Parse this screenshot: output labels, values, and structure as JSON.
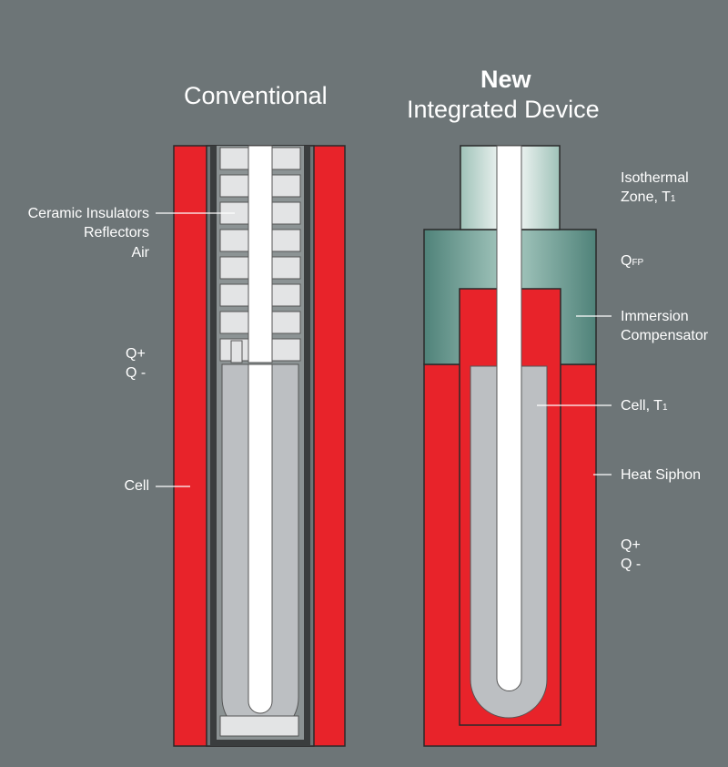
{
  "titles": {
    "conventional": "Conventional",
    "new_bold": "New",
    "new_sub": "Integrated Device"
  },
  "labels_left": {
    "ceramic_insulators": "Ceramic Insulators",
    "reflectors": "Reflectors",
    "air": "Air",
    "q_plus": "Q+",
    "q_minus": "Q -",
    "cell": "Cell"
  },
  "labels_right": {
    "isothermal_line1": "Isothermal",
    "isothermal_line2": "Zone, T",
    "isothermal_sub": "1",
    "qfp_main": "Q",
    "qfp_sub": "FP",
    "immersion_line1": "Immersion",
    "immersion_line2": "Compensator",
    "cell_main": "Cell, T",
    "cell_sub": "1",
    "heat_siphon": "Heat Siphon",
    "q_plus": "Q+",
    "q_minus": "Q -"
  },
  "colors": {
    "background": "#6d7577",
    "heater_red": "#e8232a",
    "cell_gray": "#bcbfc2",
    "insulator_light": "#e3e4e5",
    "wall_dark": "#3a3d3e",
    "compensator_teal": "#5f918a",
    "isothermal_teal": "#b3d0c7",
    "outline": "#2a2a2a"
  }
}
